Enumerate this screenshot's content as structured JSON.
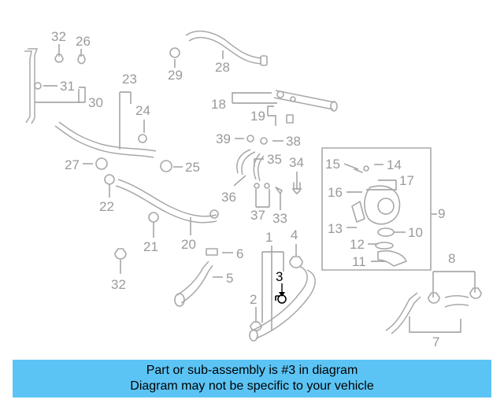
{
  "diagram": {
    "highlighted_part": "3",
    "callouts": [
      {
        "id": "c32a",
        "label": "32"
      },
      {
        "id": "c26",
        "label": "26"
      },
      {
        "id": "c31",
        "label": "31"
      },
      {
        "id": "c30",
        "label": "30"
      },
      {
        "id": "c29",
        "label": "29"
      },
      {
        "id": "c28",
        "label": "28"
      },
      {
        "id": "c23",
        "label": "23"
      },
      {
        "id": "c24",
        "label": "24"
      },
      {
        "id": "c18",
        "label": "18"
      },
      {
        "id": "c19",
        "label": "19"
      },
      {
        "id": "c39",
        "label": "39"
      },
      {
        "id": "c38",
        "label": "38"
      },
      {
        "id": "c35",
        "label": "35"
      },
      {
        "id": "c34",
        "label": "34"
      },
      {
        "id": "c36",
        "label": "36"
      },
      {
        "id": "c37",
        "label": "37"
      },
      {
        "id": "c33",
        "label": "33"
      },
      {
        "id": "c27",
        "label": "27"
      },
      {
        "id": "c25",
        "label": "25"
      },
      {
        "id": "c22",
        "label": "22"
      },
      {
        "id": "c21",
        "label": "21"
      },
      {
        "id": "c20",
        "label": "20"
      },
      {
        "id": "c6",
        "label": "6"
      },
      {
        "id": "c5",
        "label": "5"
      },
      {
        "id": "c32b",
        "label": "32"
      },
      {
        "id": "c15",
        "label": "15"
      },
      {
        "id": "c14",
        "label": "14"
      },
      {
        "id": "c17",
        "label": "17"
      },
      {
        "id": "c16",
        "label": "16"
      },
      {
        "id": "c9",
        "label": "9"
      },
      {
        "id": "c13",
        "label": "13"
      },
      {
        "id": "c10",
        "label": "10"
      },
      {
        "id": "c12",
        "label": "12"
      },
      {
        "id": "c11",
        "label": "11"
      },
      {
        "id": "c1",
        "label": "1"
      },
      {
        "id": "c4",
        "label": "4"
      },
      {
        "id": "c2",
        "label": "2"
      },
      {
        "id": "c8",
        "label": "8"
      },
      {
        "id": "c7",
        "label": "7"
      }
    ]
  },
  "caption": {
    "line1": "Part or sub-assembly is #3 in diagram",
    "line2": "Diagram may not be specific to your vehicle"
  },
  "colors": {
    "caption_bg": "#5bc4f5",
    "part_gray": "#a8a8a8",
    "highlight": "#000000"
  }
}
